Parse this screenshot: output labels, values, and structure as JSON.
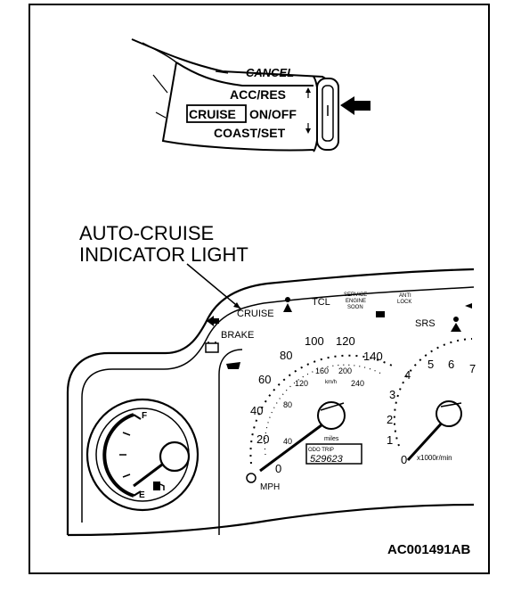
{
  "lever": {
    "cancel": "CANCEL",
    "acc_res": "ACC/RES",
    "cruise": "CRUISE",
    "on_off": "ON/OFF",
    "coast_set": "COAST/SET"
  },
  "callout": {
    "line1": "AUTO-CRUISE",
    "line2": "INDICATOR LIGHT"
  },
  "cluster": {
    "cruise": "CRUISE",
    "tcl": "TCL",
    "service_l1": "SERVICE",
    "service_l2": "ENGINE",
    "service_l3": "SOON",
    "anti": "ANTI",
    "lock": "LOCK",
    "brake": "BRAKE",
    "srs": "SRS",
    "mph_ticks": [
      "0",
      "20",
      "40",
      "60",
      "80",
      "100",
      "120",
      "140"
    ],
    "kmh_ticks": [
      "40",
      "80",
      "120",
      "160",
      "200",
      "240"
    ],
    "kmh_unit": "km/h",
    "miles_label": "miles",
    "odo_label": "ODO TRIP",
    "odo_value": "529623",
    "mph_unit": "MPH",
    "tach_ticks": [
      "0",
      "1",
      "2",
      "3",
      "4",
      "5",
      "6",
      "7"
    ],
    "tach_unit": "x1000r/min",
    "fuel_full": "F",
    "fuel_empty": "E"
  },
  "figure_code": "AC001491AB"
}
